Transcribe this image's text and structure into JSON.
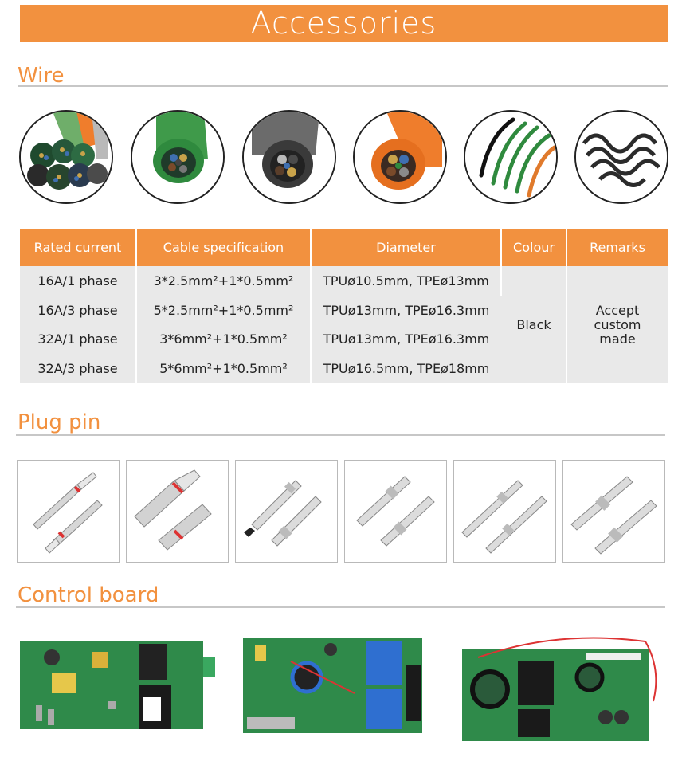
{
  "banner": {
    "title": "Accessories"
  },
  "wire": {
    "title": "Wire",
    "photos": [
      {
        "name": "multi-core-cable-photo"
      },
      {
        "name": "green-cable-photo"
      },
      {
        "name": "gray-cable-photo"
      },
      {
        "name": "orange-cable-photo"
      },
      {
        "name": "cable-strands-photo"
      },
      {
        "name": "coiled-cable-photo"
      }
    ]
  },
  "table": {
    "headers": [
      "Rated current",
      "Cable specification",
      "Diameter",
      "Colour",
      "Remarks"
    ],
    "rows": [
      {
        "current": "16A/1 phase",
        "spec": "3*2.5mm²+1*0.5mm²",
        "diameter": "TPUø10.5mm, TPEø13mm"
      },
      {
        "current": "16A/3 phase",
        "spec": "5*2.5mm²+1*0.5mm²",
        "diameter": "TPUø13mm, TPEø16.3mm"
      },
      {
        "current": "32A/1 phase",
        "spec": "3*6mm²+1*0.5mm²",
        "diameter": "TPUø13mm, TPEø16.3mm"
      },
      {
        "current": "32A/3 phase",
        "spec": "5*6mm²+1*0.5mm²",
        "diameter": "TPUø16.5mm, TPEø18mm"
      }
    ],
    "colour": "Black",
    "remarks": "Accept custom made"
  },
  "plug_pin": {
    "title": "Plug pin"
  },
  "control_board": {
    "title": "Control board"
  },
  "colors": {
    "accent": "#f2913f",
    "table_bg": "#e9e9e9",
    "rule": "#c7c7c7"
  }
}
